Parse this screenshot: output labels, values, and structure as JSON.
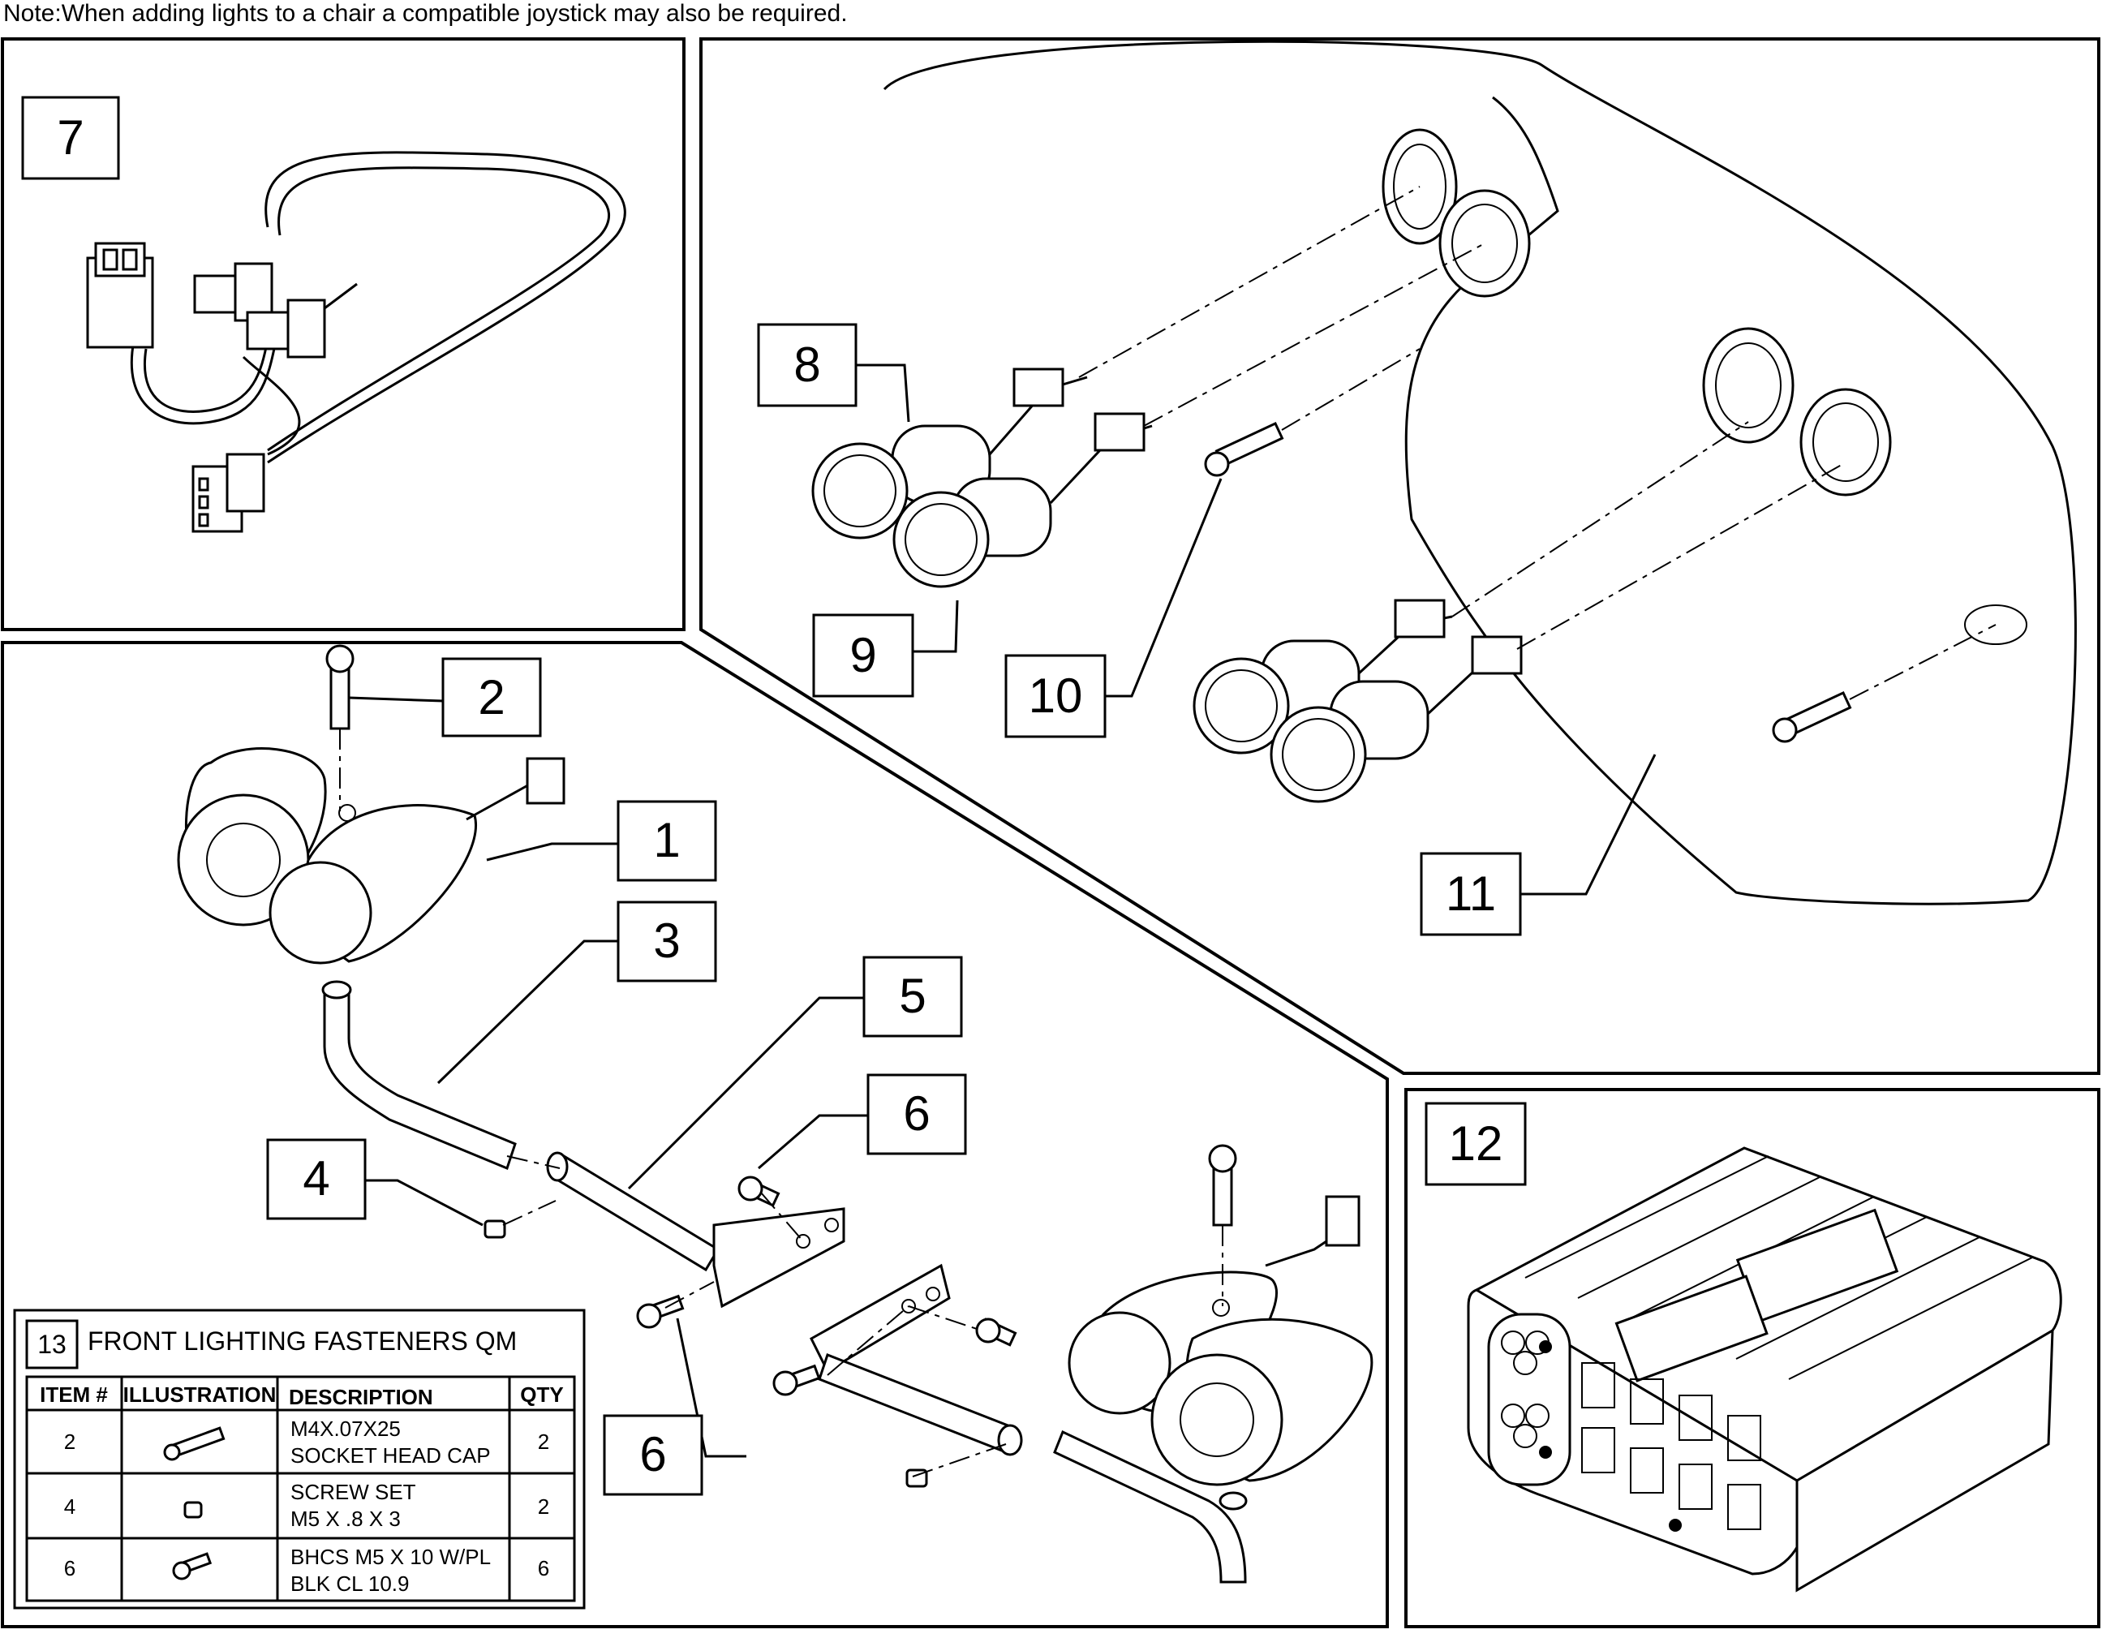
{
  "note": "Note:When adding lights to a chair a compatible joystick may also be required.",
  "callouts": {
    "c1": "1",
    "c2": "2",
    "c3": "3",
    "c4": "4",
    "c5": "5",
    "c6a": "6",
    "c6b": "6",
    "c7": "7",
    "c8": "8",
    "c9": "9",
    "c10": "10",
    "c11": "11",
    "c12": "12"
  },
  "fastener_table": {
    "number": "13",
    "title": "FRONT LIGHTING FASTENERS QM",
    "headers": {
      "item": "ITEM #",
      "illustration": "ILLUSTRATION",
      "description": "DESCRIPTION",
      "qty": "QTY"
    },
    "rows": [
      {
        "item": "2",
        "desc1": "M4X.07X25",
        "desc2": "SOCKET HEAD CAP",
        "qty": "2",
        "icon": "socket-head-screw-icon"
      },
      {
        "item": "4",
        "desc1": "SCREW SET",
        "desc2": "M5 X .8 X 3",
        "qty": "2",
        "icon": "set-screw-icon"
      },
      {
        "item": "6",
        "desc1": "BHCS M5 X 10 W/PL",
        "desc2": "BLK CL 10.9",
        "qty": "6",
        "icon": "button-head-screw-icon"
      }
    ]
  }
}
